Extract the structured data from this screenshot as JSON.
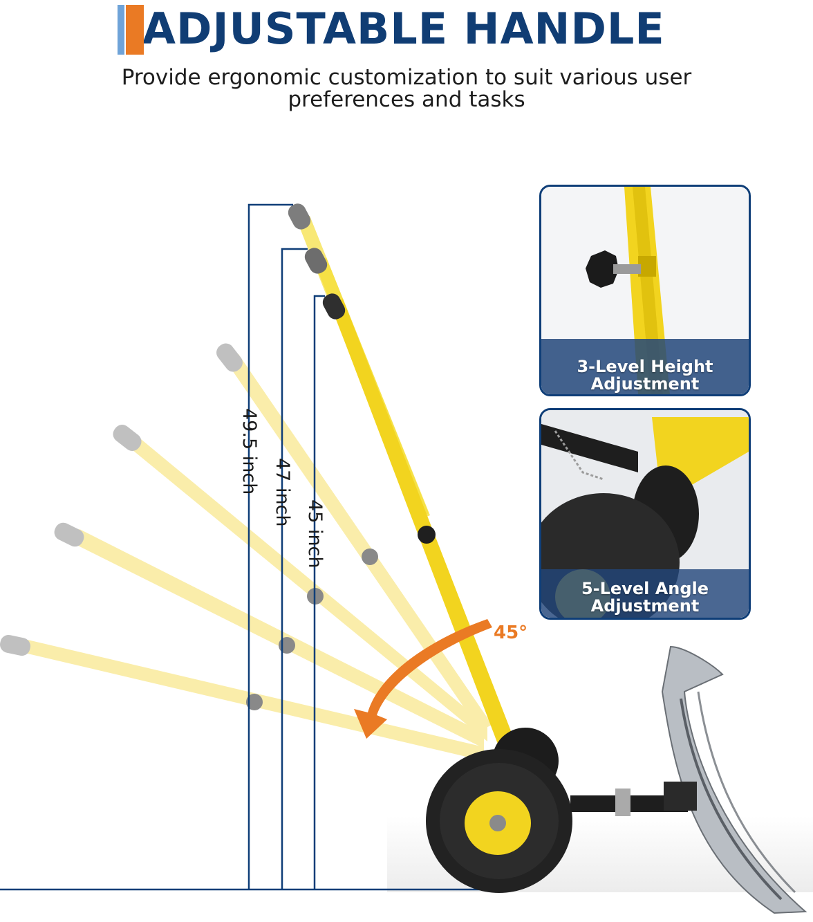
{
  "header": {
    "title": "ADJUSTABLE HANDLE",
    "subtitle_line1": "Provide ergonomic customization to suit various user",
    "subtitle_line2": "preferences and tasks"
  },
  "dimensions": [
    {
      "label": "49.5 inch"
    },
    {
      "label": "47 inch"
    },
    {
      "label": "45 inch"
    }
  ],
  "angle": {
    "label": "45°"
  },
  "insets": {
    "height": {
      "caption_line1": "3-Level Height",
      "caption_line2": "Adjustment"
    },
    "angle": {
      "caption_line1": "5-Level Angle",
      "caption_line2": "Adjustment"
    }
  },
  "colors": {
    "navy": "#103d74",
    "accent_orange": "#ea7a24",
    "accent_blue": "#6fa3d8",
    "frame_yellow": "#f2d41f",
    "tire_black": "#1c1c1c"
  },
  "icons": {
    "handle_grip": "handle-grip-icon",
    "adjust_knob": "knob-icon",
    "wheel": "wheel-icon",
    "plow_blade": "plow-blade-icon",
    "rotation_arrow": "curved-arrow-icon"
  }
}
